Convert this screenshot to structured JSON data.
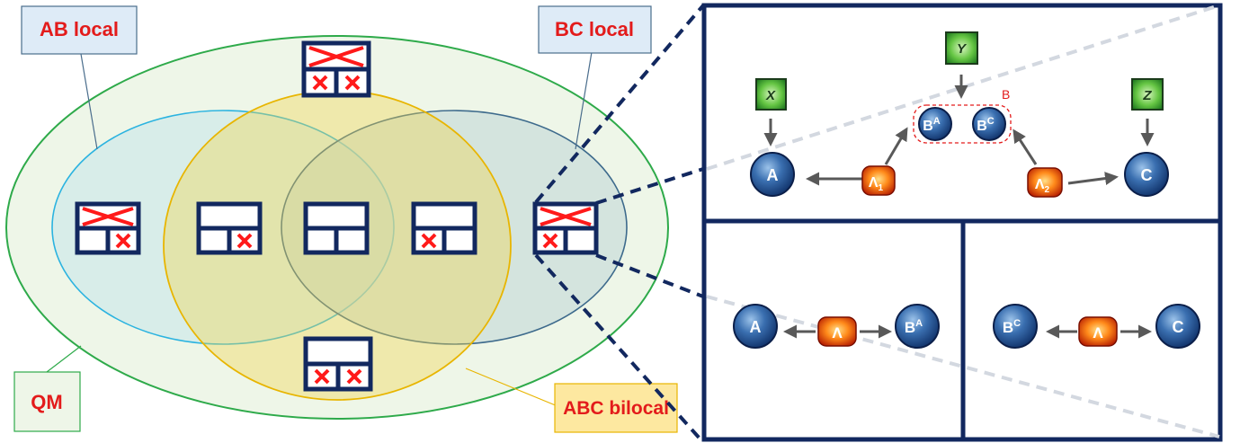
{
  "labels": {
    "ab_local": "AB local",
    "bc_local": "BC local",
    "qm": "QM",
    "abc_bilocal": "ABC bilocal"
  },
  "top_panel": {
    "party_a": "A",
    "party_c": "C",
    "node_b_a": "B",
    "node_b_a_sup": "A",
    "node_b_c": "B",
    "node_b_c_sup": "C",
    "group_b_label": "B",
    "source_1": "Λ",
    "source_1_sub": "1",
    "source_2": "Λ",
    "source_2_sub": "2",
    "input_x": "X",
    "input_y": "Y",
    "input_z": "Z"
  },
  "bottom_left_panel": {
    "party_a": "A",
    "source": "Λ",
    "node_b": "B",
    "node_b_sup": "A"
  },
  "bottom_right_panel": {
    "node_b": "B",
    "node_b_sup": "C",
    "source": "Λ",
    "party_c": "C"
  },
  "colors": {
    "navy": "#12285f",
    "red_label": "#e31b1b",
    "qm_green": "#2eaa4a",
    "ab_blue": "#2bb3e0",
    "bc_blue": "#3d6a8c",
    "bilocal_yellow": "#e8b500"
  }
}
